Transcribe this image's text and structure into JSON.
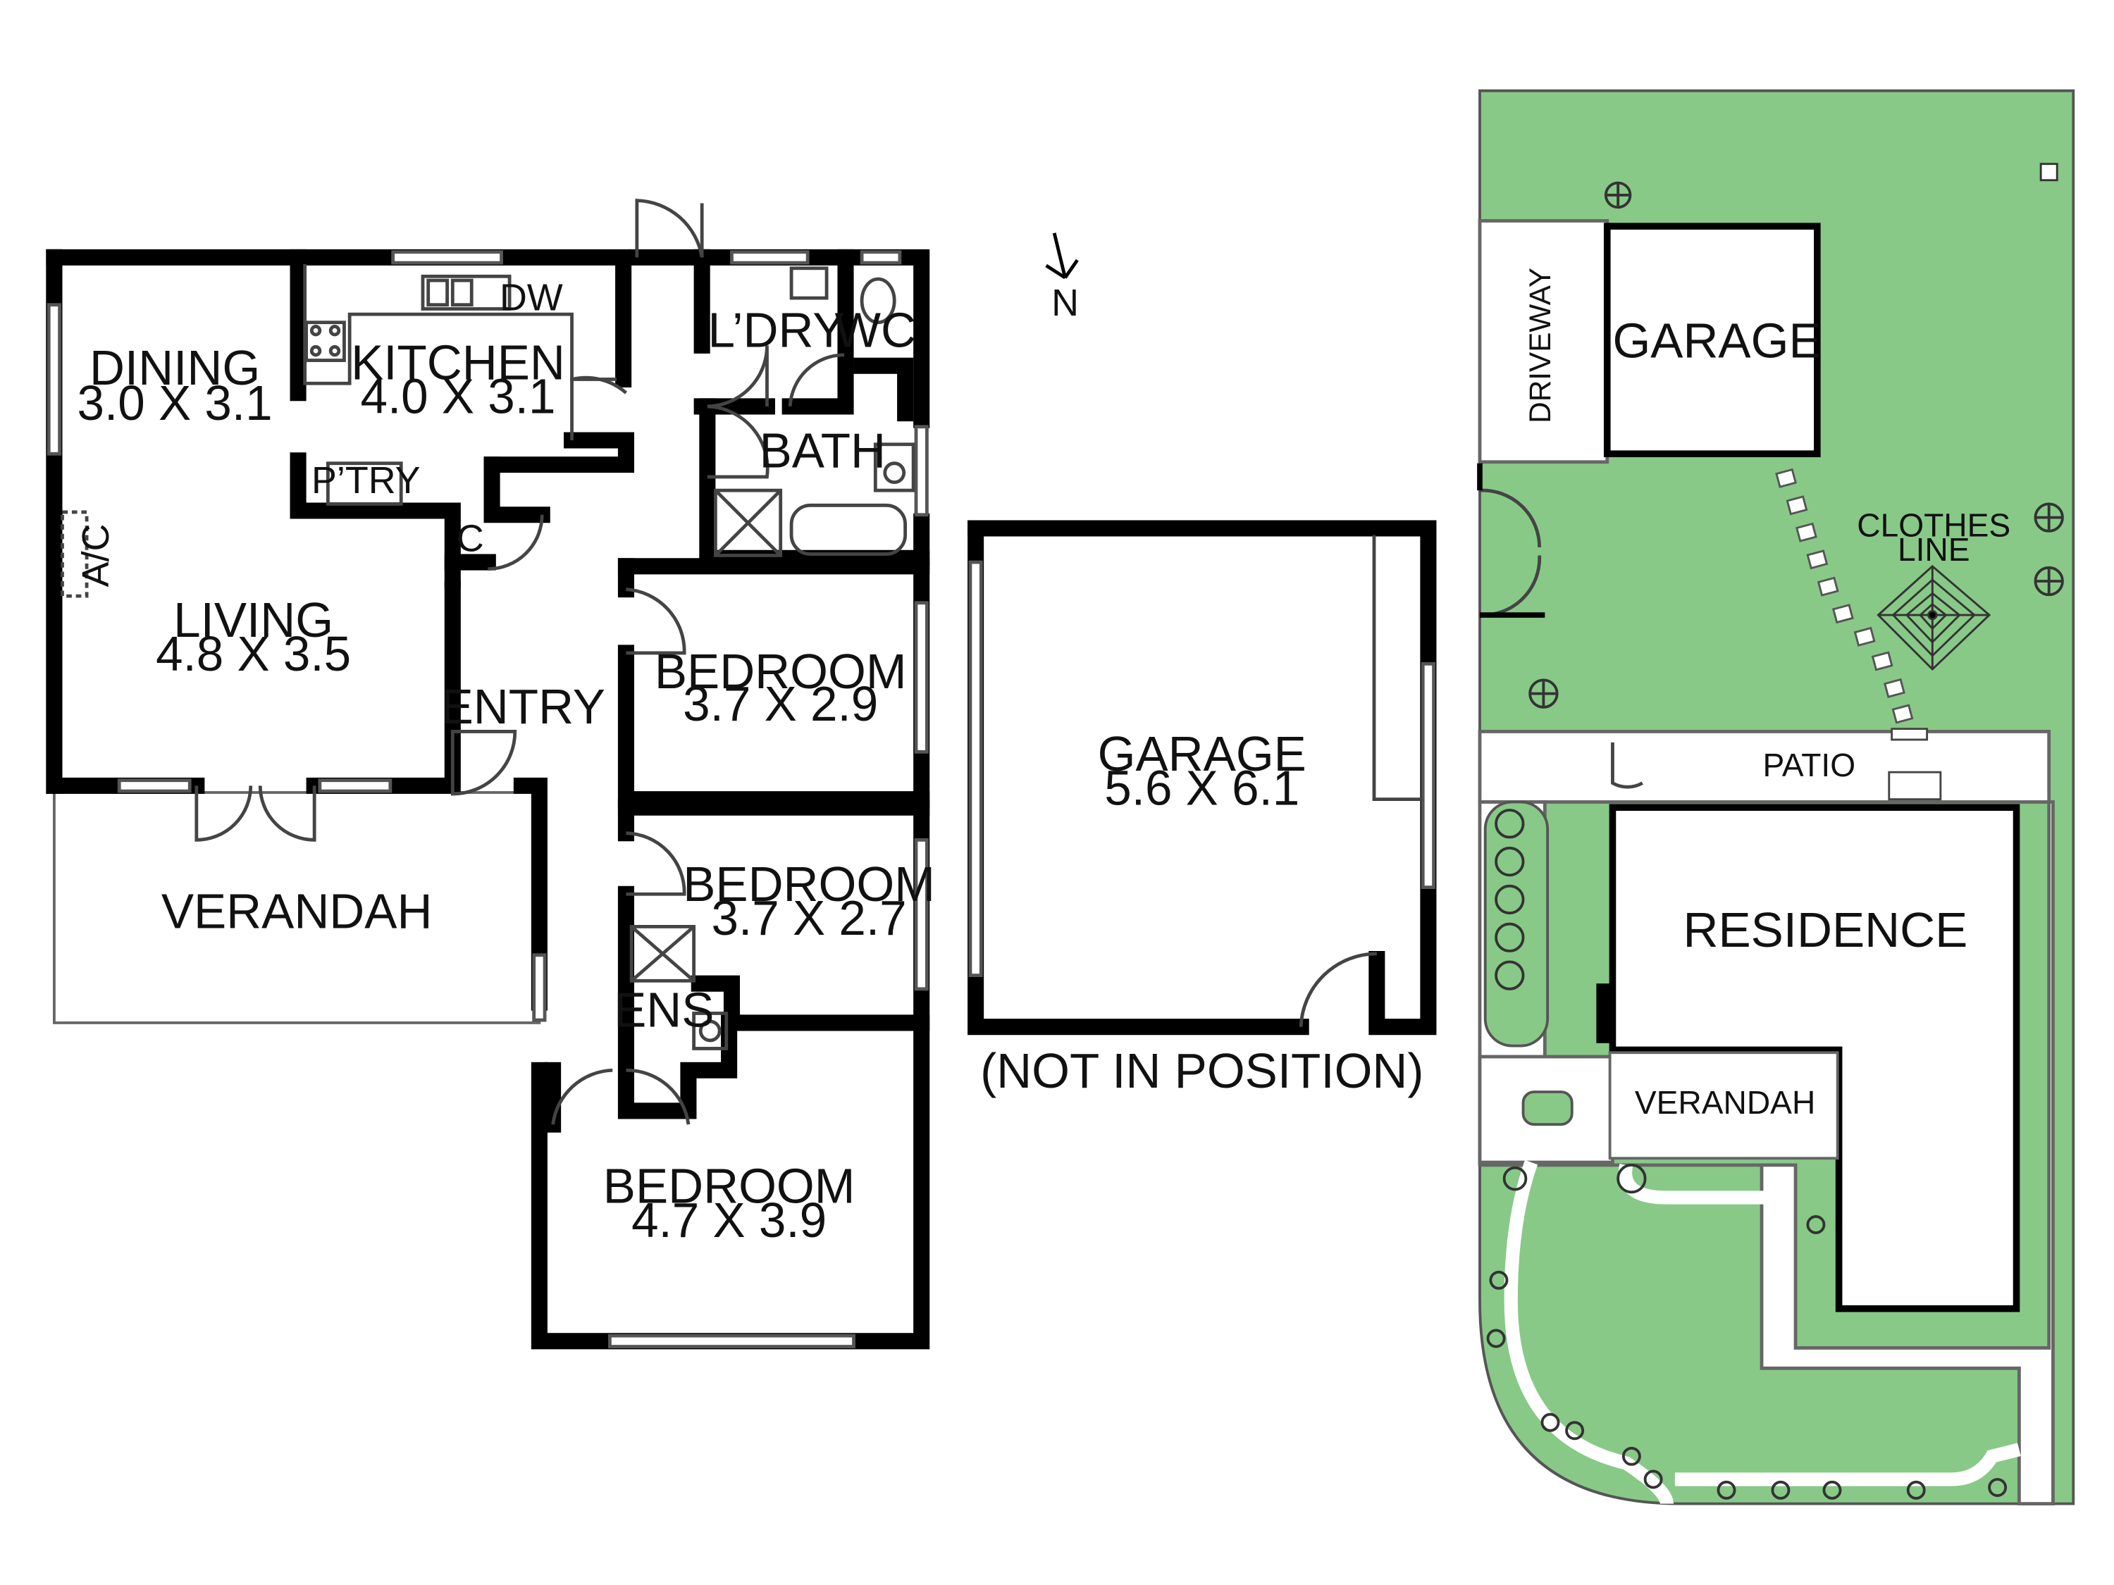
{
  "floorplan": {
    "rooms": {
      "dining": {
        "name": "DINING",
        "size": "3.0 X 3.1"
      },
      "kitchen": {
        "name": "KITCHEN",
        "size": "4.0 X 3.1"
      },
      "living": {
        "name": "LIVING",
        "size": "4.8 X 3.5"
      },
      "laundry": {
        "name": "L’DRY"
      },
      "wc": {
        "name": "WC"
      },
      "bath": {
        "name": "BATH"
      },
      "pantry": {
        "name": "P’TRY"
      },
      "cupboard": {
        "name": "C"
      },
      "ac": {
        "name": "A/C"
      },
      "dw": {
        "name": "DW"
      },
      "entry": {
        "name": "ENTRY"
      },
      "bedroom1": {
        "name": "BEDROOM",
        "size": "3.7 X 2.9"
      },
      "bedroom2": {
        "name": "BEDROOM",
        "size": "3.7 X 2.7"
      },
      "bedroom3": {
        "name": "BEDROOM",
        "size": "4.7 X 3.9"
      },
      "ensuite": {
        "name": "ENS"
      },
      "verandah": {
        "name": "VERANDAH"
      }
    },
    "garage": {
      "name": "GARAGE",
      "size": "5.6 X 6.1",
      "note": "(NOT IN POSITION)"
    }
  },
  "compass": {
    "label": "N"
  },
  "site_plan": {
    "driveway": "DRIVEWAY",
    "garage": "GARAGE",
    "clothes_line": [
      "CLOTHES",
      "LINE"
    ],
    "patio": "PATIO",
    "residence": "RESIDENCE",
    "verandah": "VERANDAH"
  },
  "colors": {
    "lawn": "#88c987",
    "walls": "#000000",
    "background": "#ffffff"
  }
}
